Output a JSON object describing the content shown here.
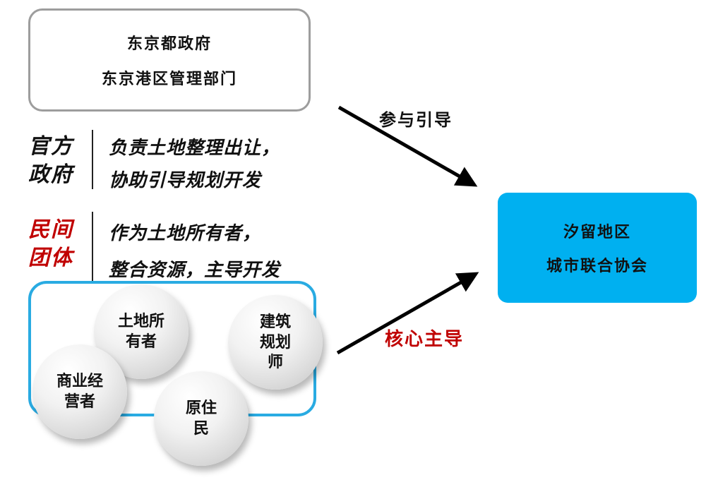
{
  "colors": {
    "target_fill_blue": "#00b0f0",
    "group_border_cyan": "#29abe2",
    "accent_red": "#c00000",
    "gov_border_gray": "#9d9d9d"
  },
  "gov_box": {
    "line1": "东京都政府",
    "line2": "东京港区管理部门"
  },
  "official_row": {
    "label": "官方\n政府",
    "desc": "负责土地整理出让，\n协助引导规划开发"
  },
  "civil_row": {
    "label": "民间\n团体",
    "desc": "作为土地所有者，\n整合资源，主导开发"
  },
  "stakeholders": {
    "circles": [
      {
        "label": "土地所\n有者"
      },
      {
        "label": "建筑\n规划\n师"
      },
      {
        "label": "商业经\n营者"
      },
      {
        "label": "原住\n民"
      }
    ]
  },
  "target_box": {
    "line1": "汐留地区",
    "line2": "城市联合协会"
  },
  "arrows": {
    "top_label": "参与引导",
    "bottom_label": "核心主导"
  }
}
